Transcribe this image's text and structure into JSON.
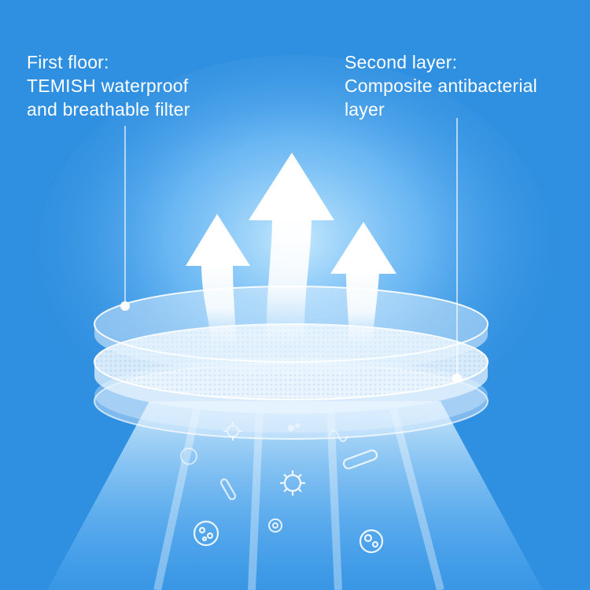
{
  "diagram": {
    "labels": {
      "first": {
        "lines": [
          "First floor:",
          "TEMISH waterproof",
          "and breathable filter"
        ]
      },
      "second": {
        "lines": [
          "Second layer:",
          "Composite antibacterial",
          "layer"
        ]
      }
    },
    "colors": {
      "background": "#2f8fe0",
      "glow": "#bfe6ff",
      "layer": "#e8f4ff",
      "arrow": "#ffffff"
    },
    "icons": [
      "virus-icon",
      "bacteria-icon",
      "germ-icon",
      "particle-icon"
    ]
  }
}
